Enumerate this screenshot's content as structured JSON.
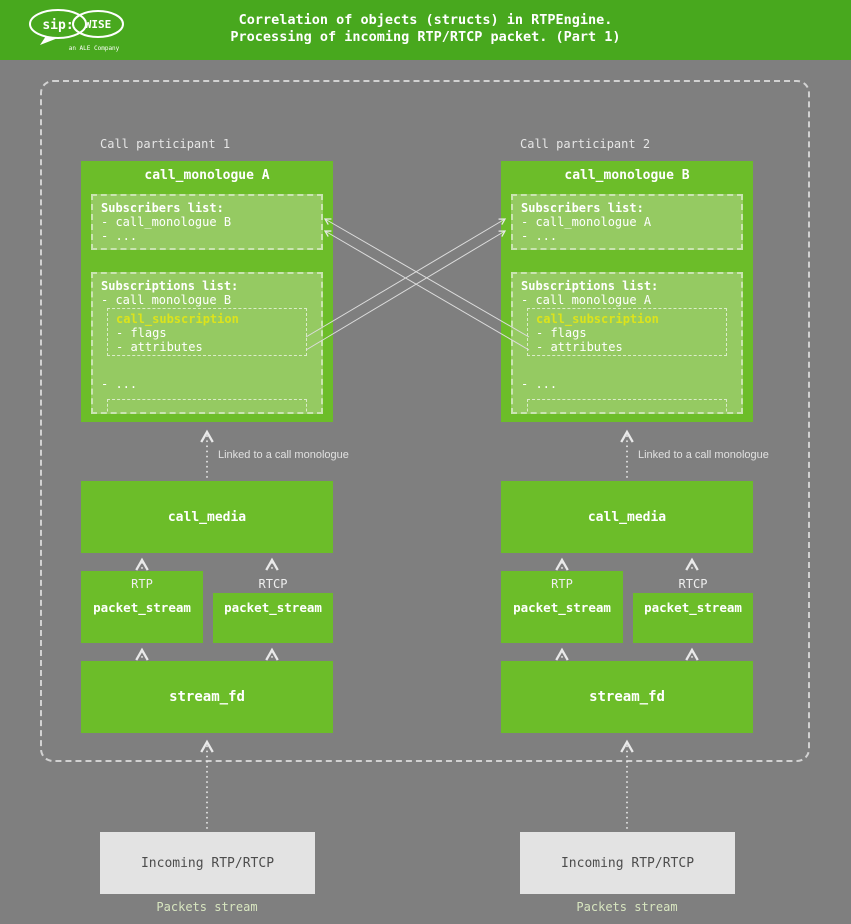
{
  "header": {
    "title_line1": "Correlation of objects (structs) in RTPEngine.",
    "title_line2": "Processing of incoming RTP/RTCP packet. (Part 1)",
    "logo": {
      "sip": "sip:",
      "wise": "WISE",
      "tagline": "an ALE Company"
    }
  },
  "colors": {
    "bg": "#7f7f7f",
    "header": "#48a81e",
    "box": "#6cbd29",
    "subbox": "#95ca62",
    "accent_text": "#dce31c",
    "line": "#e9e9e9",
    "incoming_bg": "#e3e3e3",
    "incoming_text": "#4d4d4d",
    "pale_label": "#d8e6c0",
    "label_light": "#e6e6e6"
  },
  "columns": [
    {
      "participant": "Call participant 1",
      "monologue_title": "call_monologue A",
      "subscribers_title": "Subscribers list:",
      "subscribers_item": "- call_monologue B",
      "subscribers_more": "- ...",
      "subscriptions_title": "Subscriptions list:",
      "subscriptions_item": "- call monologue B",
      "subscription_title": "call_subscription",
      "subscription_flags": "- flags",
      "subscription_attributes": "- attributes",
      "subscriptions_more": "- ...",
      "linked_note": "Linked to a call monologue",
      "call_media": "call_media",
      "rtp_label": "RTP",
      "rtcp_label": "RTCP",
      "packet_stream_rtp": "packet_stream",
      "packet_stream_rtcp": "packet_stream",
      "stream_fd": "stream_fd",
      "incoming": "Incoming RTP/RTCP",
      "packets_stream": "Packets stream"
    },
    {
      "participant": "Call participant 2",
      "monologue_title": "call_monologue B",
      "subscribers_title": "Subscribers list:",
      "subscribers_item": "- call_monologue A",
      "subscribers_more": "- ...",
      "subscriptions_title": "Subscriptions list:",
      "subscriptions_item": "- call monologue A",
      "subscription_title": "call_subscription",
      "subscription_flags": "- flags",
      "subscription_attributes": "- attributes",
      "subscriptions_more": "- ...",
      "linked_note": "Linked to a call monologue",
      "call_media": "call_media",
      "rtp_label": "RTP",
      "rtcp_label": "RTCP",
      "packet_stream_rtp": "packet_stream",
      "packet_stream_rtcp": "packet_stream",
      "stream_fd": "stream_fd",
      "incoming": "Incoming RTP/RTCP",
      "packets_stream": "Packets stream"
    }
  ]
}
